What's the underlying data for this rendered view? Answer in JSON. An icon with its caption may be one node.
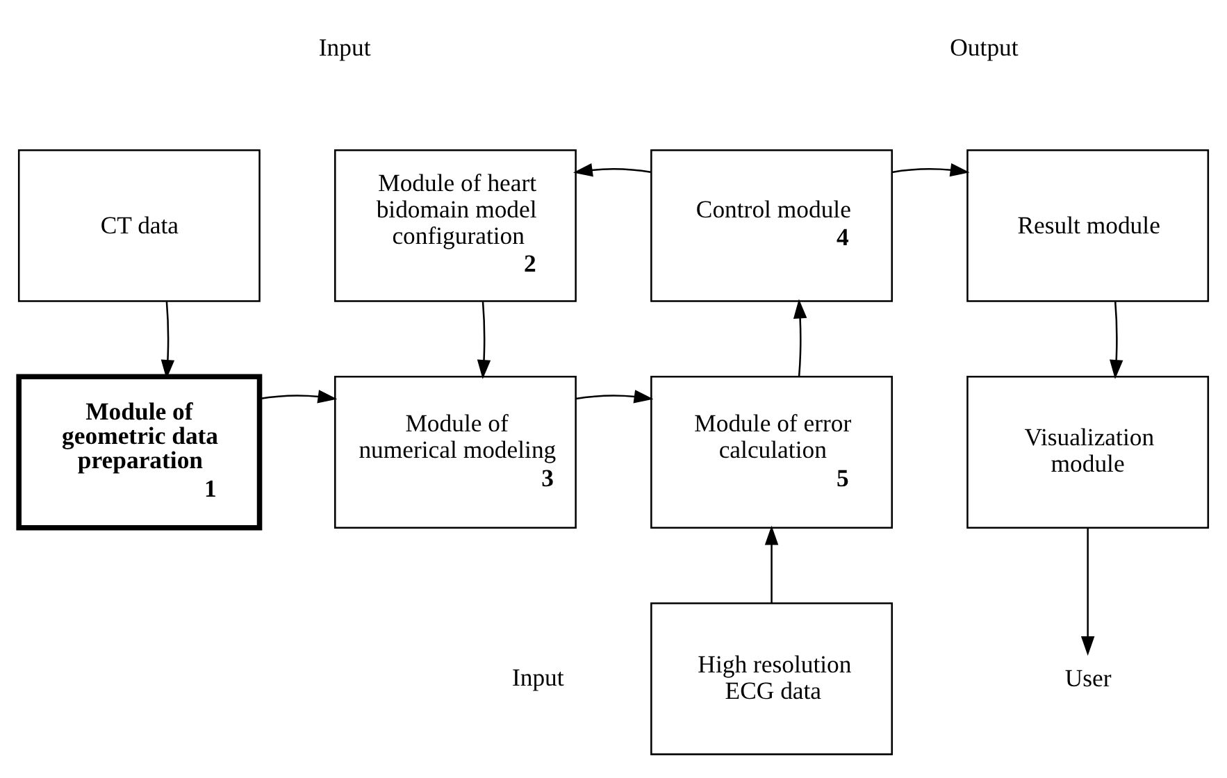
{
  "diagram": {
    "nodes": [
      {
        "text": [
          "CT data"
        ]
      },
      {
        "text": [
          "Module of geometric data preparation",
          "1"
        ]
      },
      {
        "text": [
          "Module of heart bidomain model configuration",
          "2"
        ]
      },
      {
        "text": [
          "Module of numerical modeling",
          "3"
        ]
      },
      {
        "text": [
          "Control module",
          "4"
        ]
      },
      {
        "text": [
          "Module of error calculation",
          "5"
        ]
      },
      {
        "text": [
          "Result module"
        ]
      },
      {
        "text": [
          "Visualization module"
        ]
      },
      {
        "text": [
          "High resolution ECG data"
        ],
        "beside": [
          "Input"
        ]
      },
      {
        "text": [
          "User"
        ]
      }
    ],
    "edges": [
      {
        "from": 0,
        "to": 1,
        "arrow": "to"
      },
      {
        "from": 1,
        "to": 3,
        "arrow": "to"
      },
      {
        "from": 2,
        "to": 3,
        "arrow": "to"
      },
      {
        "from": 3,
        "to": 5,
        "arrow": "to"
      },
      {
        "from": 8,
        "to": 5,
        "arrow": "to"
      },
      {
        "from": 5,
        "to": 4,
        "arrow": "to"
      },
      {
        "from": 4,
        "to": 2,
        "arrow": "to"
      },
      {
        "from": 4,
        "to": 6,
        "arrow": "to"
      },
      {
        "from": 6,
        "to": 7,
        "arrow": "to"
      },
      {
        "from": 7,
        "to": 9,
        "arrow": "to"
      }
    ],
    "labels": [
      "Input",
      "Output"
    ]
  }
}
